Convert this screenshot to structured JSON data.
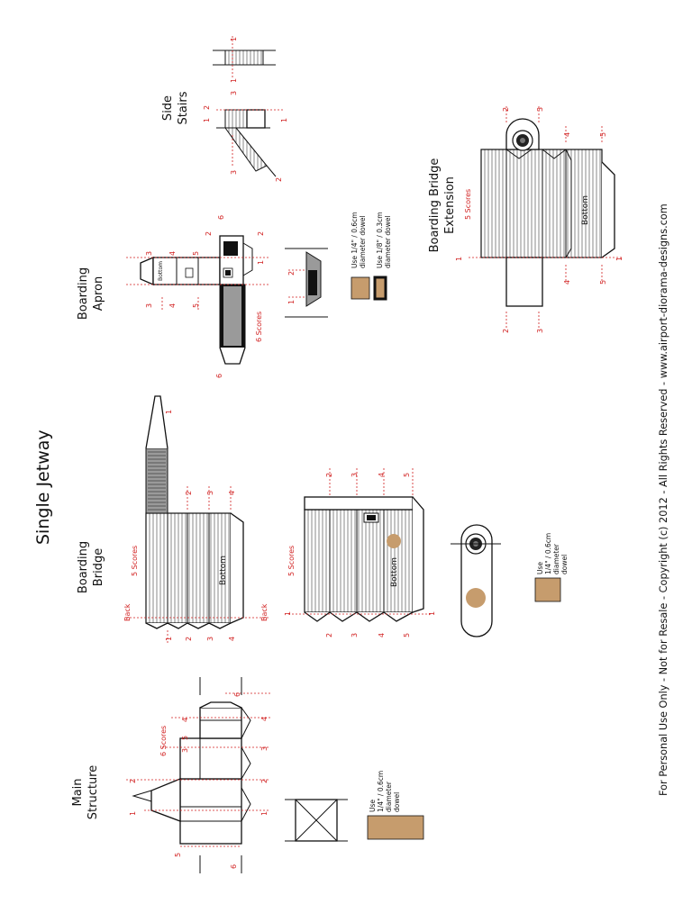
{
  "page": {
    "title": "Single Jetway",
    "footer": "For Personal Use Only - Not for Resale - Copyright (c) 2012 - All Rights Reserved - www.airport-diorama-designs.com"
  },
  "colors": {
    "ink": "#111111",
    "score_mark": "#d11f1f",
    "dowel": "#c69c6d",
    "window_grey": "#9a9a9a"
  },
  "sections": {
    "main_structure": {
      "title_line1": "Main",
      "title_line2": "Structure",
      "scores_label": "6 Scores",
      "dowel_note": [
        "Use",
        "1/4\" / 0.6cm",
        "diameter",
        "dowel"
      ],
      "marks": [
        "1",
        "2",
        "3",
        "4",
        "5",
        "6"
      ]
    },
    "boarding_bridge": {
      "title_line1": "Boarding",
      "title_line2": "Bridge",
      "scores_label_upper": "5 Scores",
      "scores_label_lower": "5 Scores",
      "bottom_label": "Bottom",
      "back_label": "Back",
      "dowel_note": [
        "Use",
        "1/4\" / 0.6cm",
        "diameter",
        "dowel"
      ],
      "marks": [
        "1",
        "2",
        "3",
        "4",
        "5"
      ]
    },
    "boarding_apron": {
      "title_line1": "Boarding",
      "title_line2": "Apron",
      "scores_label": "6 Scores",
      "bottom_label": "Bottom",
      "dowel_note_1": [
        "Use 1/4\" / 0.6cm",
        "diameter dowel"
      ],
      "dowel_note_2": [
        "Use 1/8\" / 0.3cm",
        "diameter dowel"
      ],
      "marks": [
        "1",
        "2",
        "3",
        "4",
        "5",
        "6"
      ]
    },
    "side_stairs": {
      "title_line1": "Side",
      "title_line2": "Stairs",
      "marks": [
        "1",
        "2",
        "3"
      ]
    },
    "boarding_bridge_extension": {
      "title_line1": "Boarding Bridge",
      "title_line2": "Extension",
      "scores_label": "5 Scores",
      "bottom_label": "Bottom",
      "marks": [
        "1",
        "2",
        "3",
        "4",
        "5"
      ]
    }
  }
}
